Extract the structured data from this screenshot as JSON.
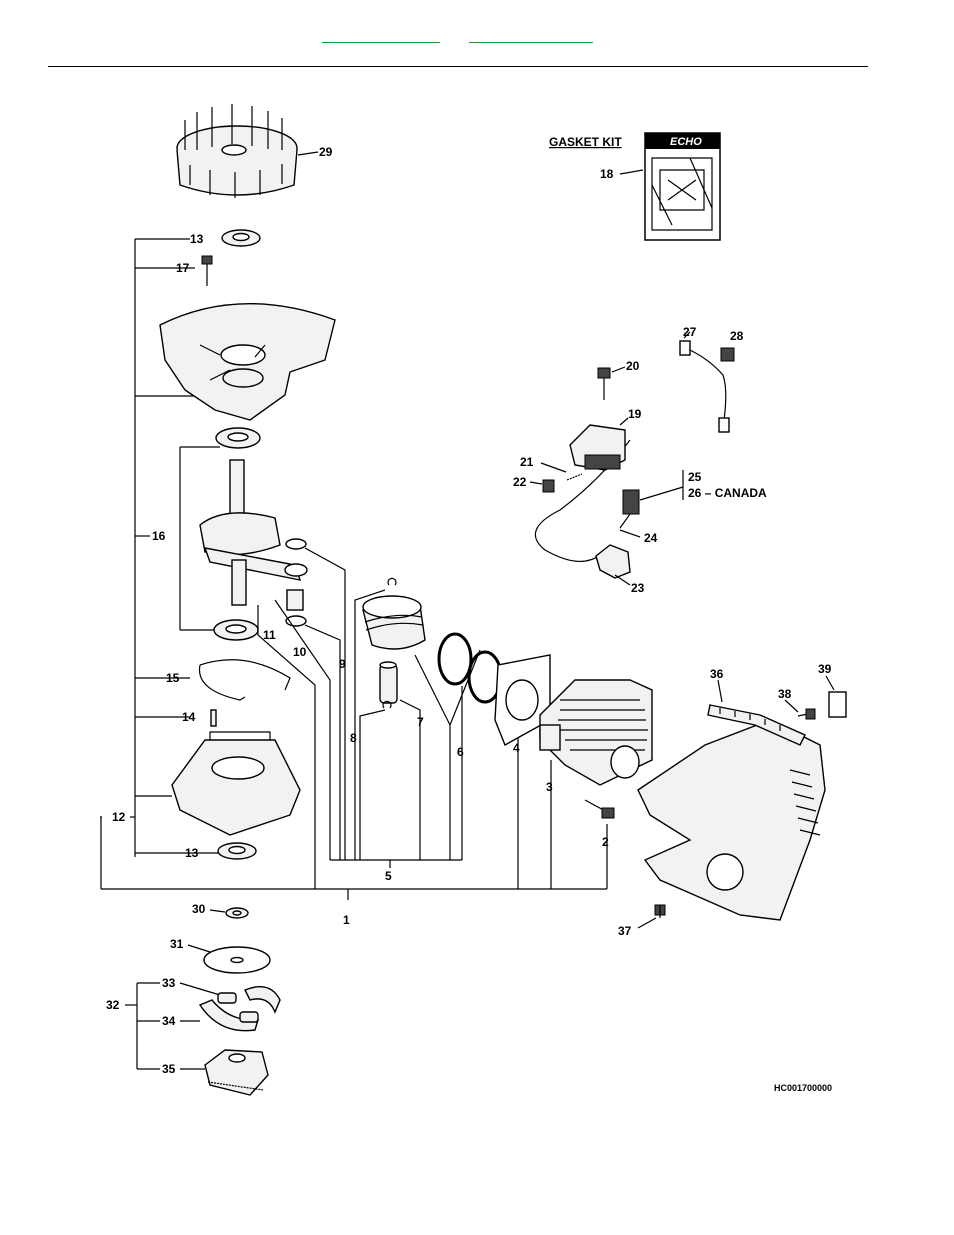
{
  "header": {
    "link1": "",
    "link2": ""
  },
  "kit": {
    "title": "GASKET KIT",
    "brand": "ECHO"
  },
  "labels": {
    "p1": "1",
    "p2": "2",
    "p3": "3",
    "p4": "4",
    "p5": "5",
    "p6": "6",
    "p7": "7",
    "p8": "8",
    "p9": "9",
    "p10": "10",
    "p11": "11",
    "p12": "12",
    "p13a": "13",
    "p13b": "13",
    "p14": "14",
    "p15": "15",
    "p16": "16",
    "p17": "17",
    "p18": "18",
    "p19": "19",
    "p20": "20",
    "p21": "21",
    "p22": "22",
    "p23": "23",
    "p24": "24",
    "p25": "25",
    "p26": "26 – CANADA",
    "p27": "27",
    "p28": "28",
    "p29": "29",
    "p30": "30",
    "p31": "31",
    "p32": "32",
    "p33": "33",
    "p34": "34",
    "p35": "35",
    "p36": "36",
    "p37": "37",
    "p38": "38",
    "p39": "39"
  },
  "drawing_code": "HC001700000"
}
